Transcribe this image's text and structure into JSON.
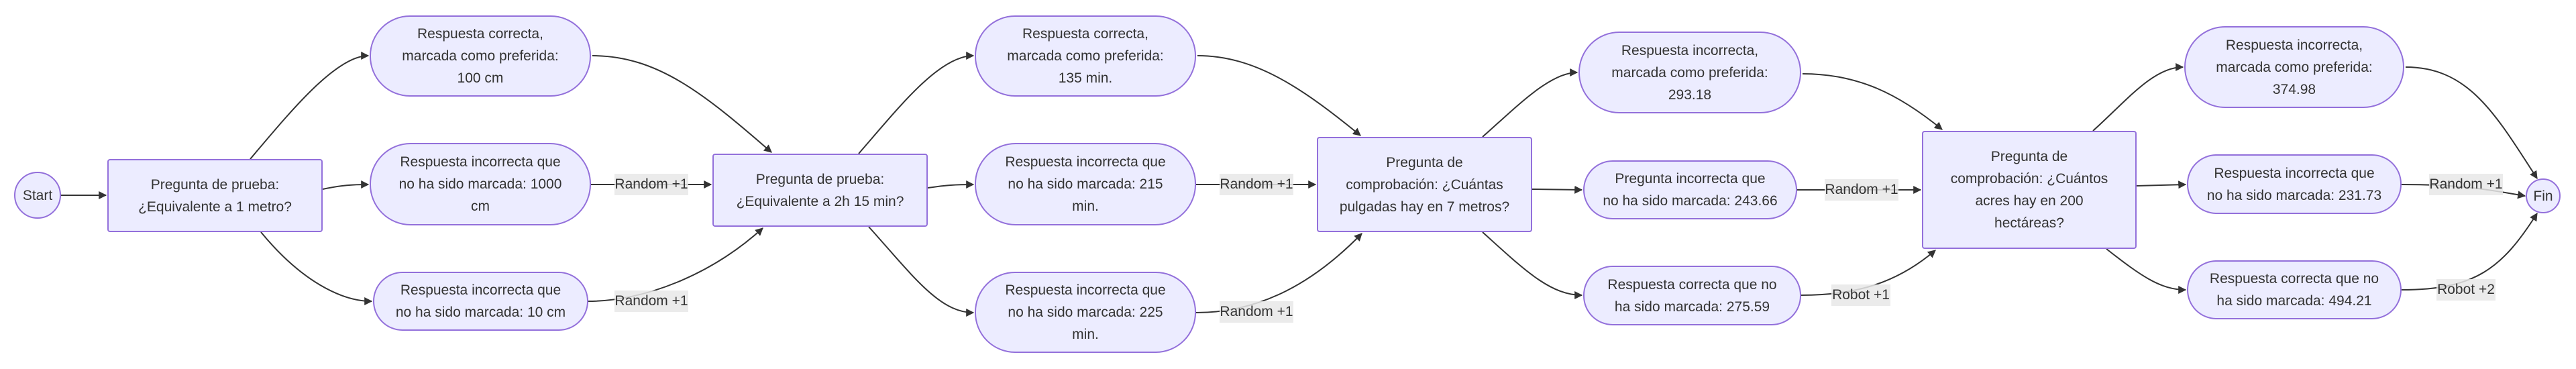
{
  "colors": {
    "node_fill": "#ECECFF",
    "node_stroke": "#9370DB",
    "edge": "#333333",
    "label_bg": "#E8E8E8"
  },
  "nodes": {
    "start": "Start",
    "q1": "Pregunta de prueba:\n¿Equivalente a 1 metro?",
    "a1_top": "Respuesta correcta,\nmarcada como preferida:\n100 cm",
    "a1_mid": "Respuesta incorrecta que\nno ha sido marcada: 1000\ncm",
    "a1_bot": "Respuesta incorrecta que\nno ha sido marcada: 10 cm",
    "q2": "Pregunta de prueba:\n¿Equivalente a 2h 15 min?",
    "a2_top": "Respuesta correcta,\nmarcada como preferida:\n135 min.",
    "a2_mid": "Respuesta incorrecta que\nno ha sido marcada: 215\nmin.",
    "a2_bot": "Respuesta incorrecta que\nno ha sido marcada: 225\nmin.",
    "q3": "Pregunta de\ncomprobación: ¿Cuántas\npulgadas hay en 7 metros?",
    "a3_top": "Respuesta incorrecta,\nmarcada como preferida:\n293.18",
    "a3_mid": "Pregunta incorrecta que\nno ha sido marcada: 243.66",
    "a3_bot": "Respuesta correcta que no\nha sido marcada: 275.59",
    "q4": "Pregunta de\ncomprobación: ¿Cuántos\nacres hay en 200\nhectáreas?",
    "a4_top": "Respuesta incorrecta,\nmarcada como preferida:\n374.98",
    "a4_mid": "Respuesta incorrecta que\nno ha sido marcada: 231.73",
    "a4_bot": "Respuesta correcta que no\nha sido marcada: 494.21",
    "fin": "Fin"
  },
  "edge_labels": {
    "a1_mid_q2": "Random +1",
    "a1_bot_q2": "Random +1",
    "a2_mid_q3": "Random +1",
    "a2_bot_q3": "Random +1",
    "a3_mid_q4": "Random +1",
    "a3_bot_q4": "Robot +1",
    "a4_mid_fin": "Random +1",
    "a4_bot_fin": "Robot +2"
  }
}
